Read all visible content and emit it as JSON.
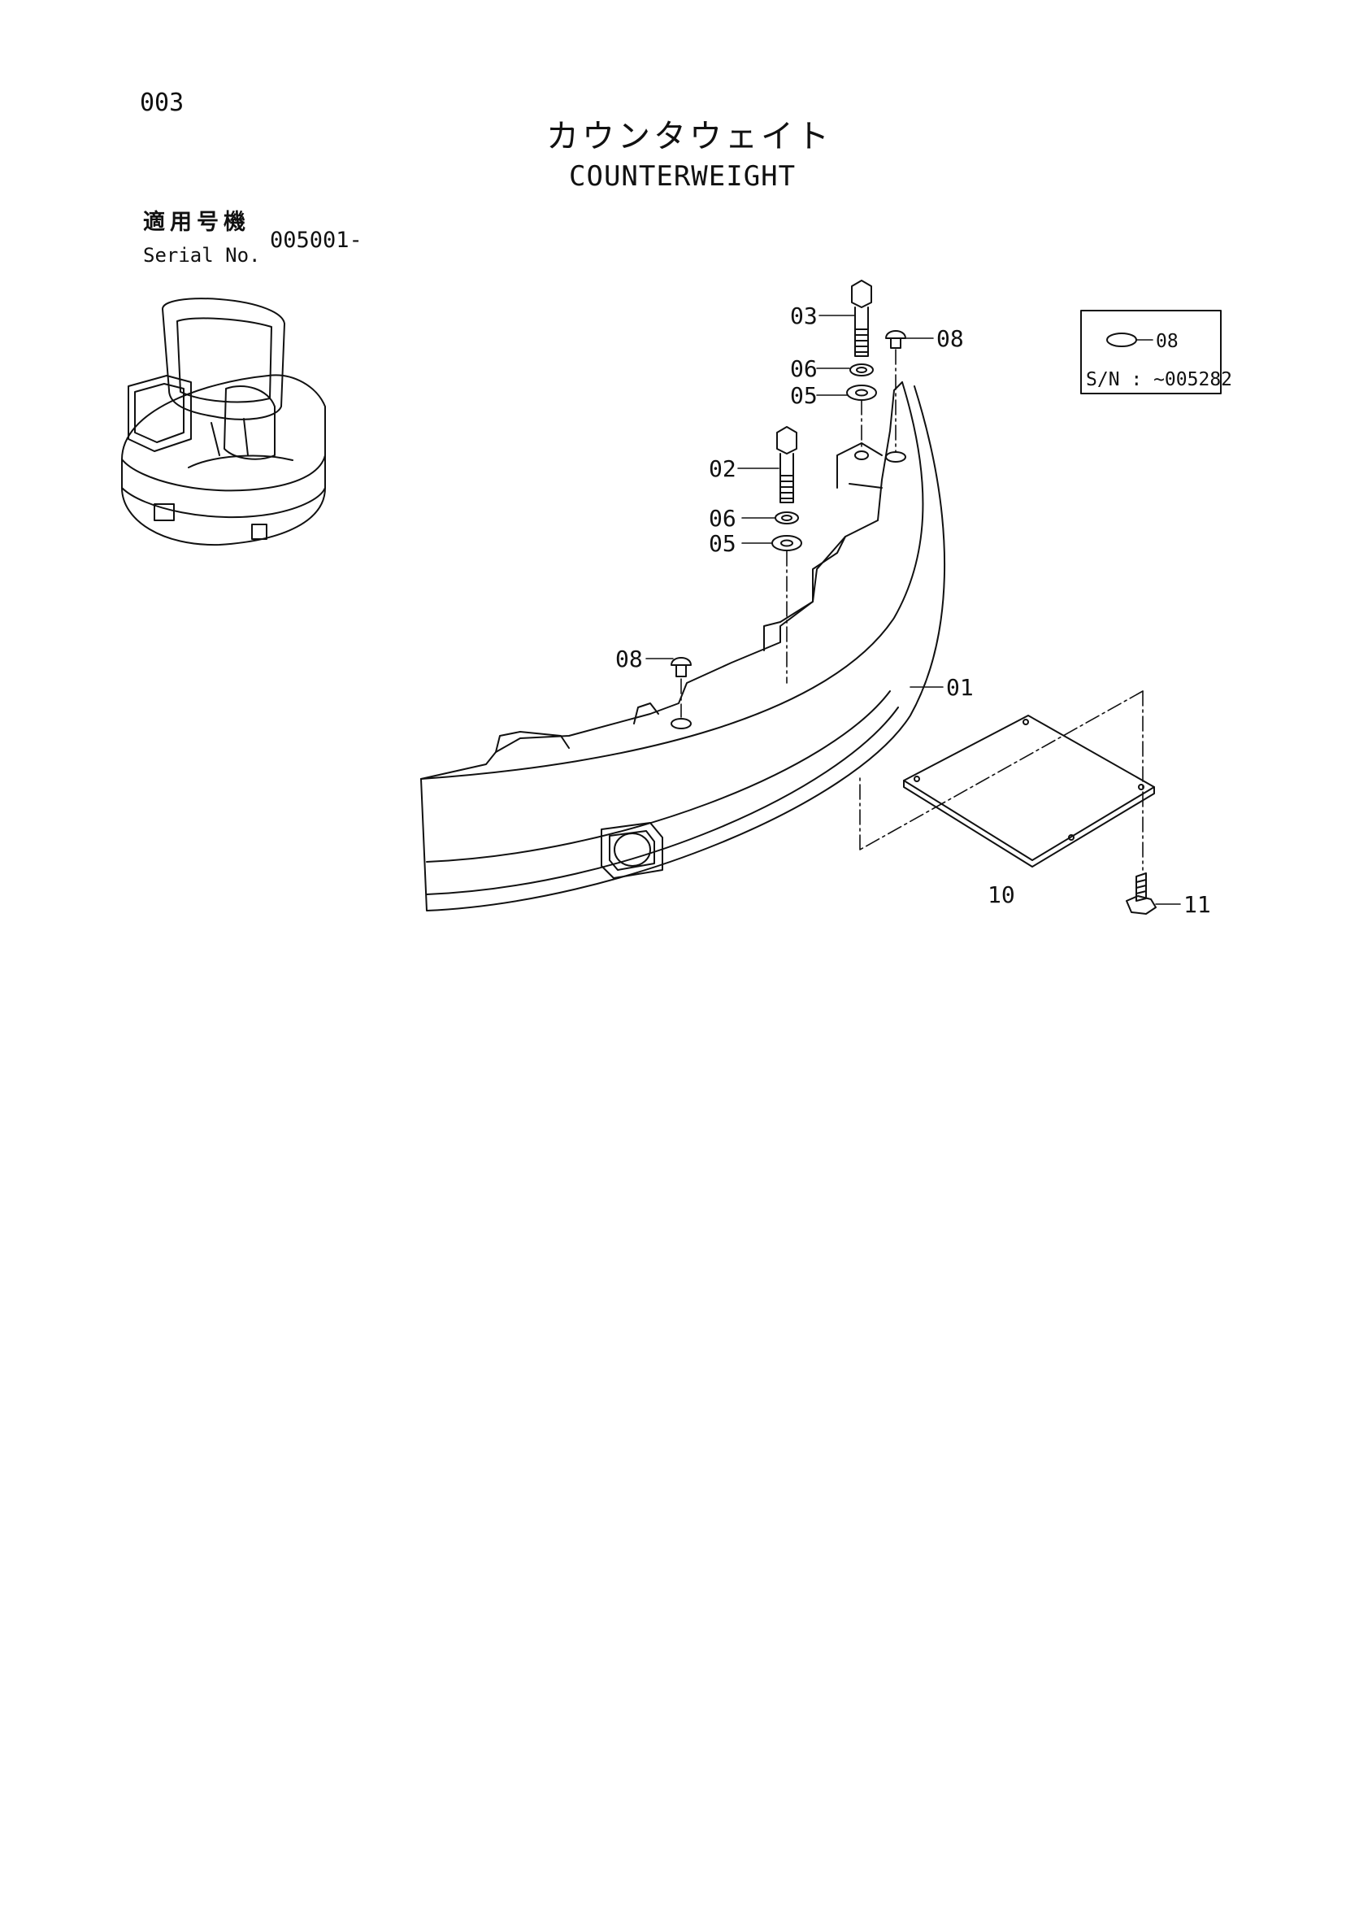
{
  "header": {
    "page_number": "003",
    "title_jp": "カウンタウェイト",
    "title_en": "COUNTERWEIGHT"
  },
  "serial": {
    "label_jp": "適用号機",
    "label_en": "Serial No.",
    "value": "005001-"
  },
  "callouts": {
    "c01": "01",
    "c02": "02",
    "c03": "03",
    "c05a": "05",
    "c05b": "05",
    "c06a": "06",
    "c06b": "06",
    "c08a": "08",
    "c08b": "08",
    "c10": "10",
    "c11": "11"
  },
  "inset": {
    "part": "08",
    "serial_range": "S/N : ~005282"
  }
}
